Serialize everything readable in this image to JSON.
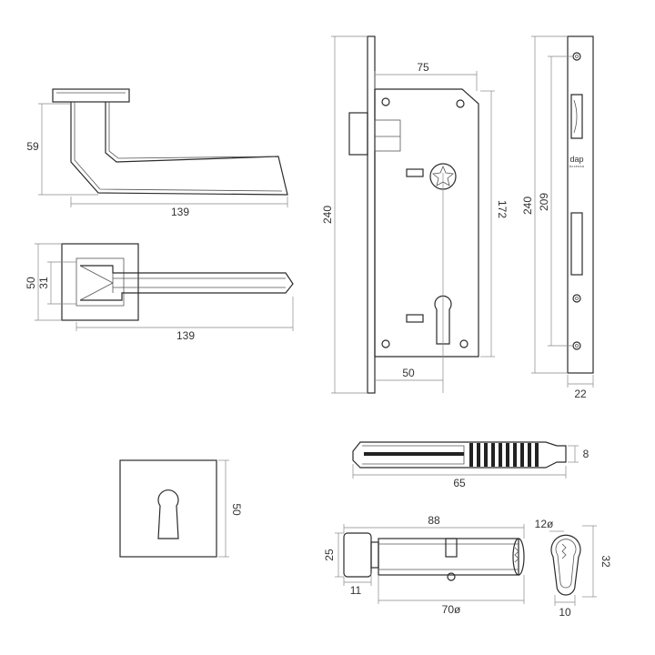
{
  "lever_side": {
    "height": "59",
    "length": "139"
  },
  "lever_top": {
    "rose_outer": "50",
    "rose_inner": "31",
    "length": "139"
  },
  "lock_body": {
    "backset": "75",
    "faceplate_height": "240",
    "body_height": "172",
    "centre_distance": "50"
  },
  "strike_plate": {
    "height": "240",
    "hole_spacing": "209",
    "width": "22",
    "brand": "dap",
    "brand_sub": "Accessa"
  },
  "escutcheon": {
    "size": "50"
  },
  "key": {
    "length": "65",
    "width": "8"
  },
  "cylinder": {
    "length": "88",
    "knob_height": "25",
    "knob_width": "11",
    "body_length": "70ø",
    "end_diameter": "12ø",
    "profile_height": "32",
    "profile_width": "10"
  }
}
